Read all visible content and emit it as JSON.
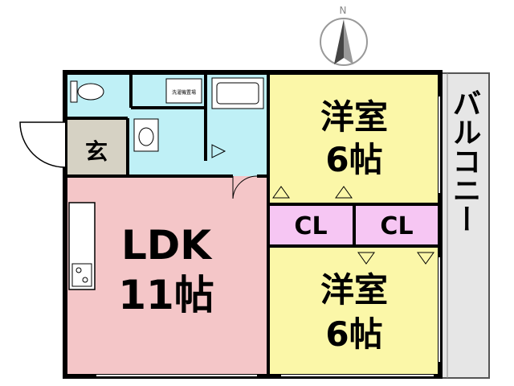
{
  "compass": {
    "label": "N"
  },
  "rooms": {
    "ldk": {
      "name": "LDK",
      "size": "11帖",
      "color": "#f4c6c8"
    },
    "western1": {
      "name": "洋室",
      "size": "6帖",
      "color": "#fbf7a8"
    },
    "western2": {
      "name": "洋室",
      "size": "6帖",
      "color": "#fbf7a8"
    },
    "closet1": {
      "name": "CL",
      "color": "#f6c6f3"
    },
    "closet2": {
      "name": "CL",
      "color": "#f6c6f3"
    },
    "entrance": {
      "name": "玄",
      "color": "#d6d2c4"
    },
    "balcony": {
      "name": "バルコニー",
      "color": "#e6e6e6"
    },
    "laundry": {
      "label": "洗濯機置場"
    }
  },
  "colors": {
    "wet_area": "#bff0f6",
    "wall": "#000000"
  }
}
